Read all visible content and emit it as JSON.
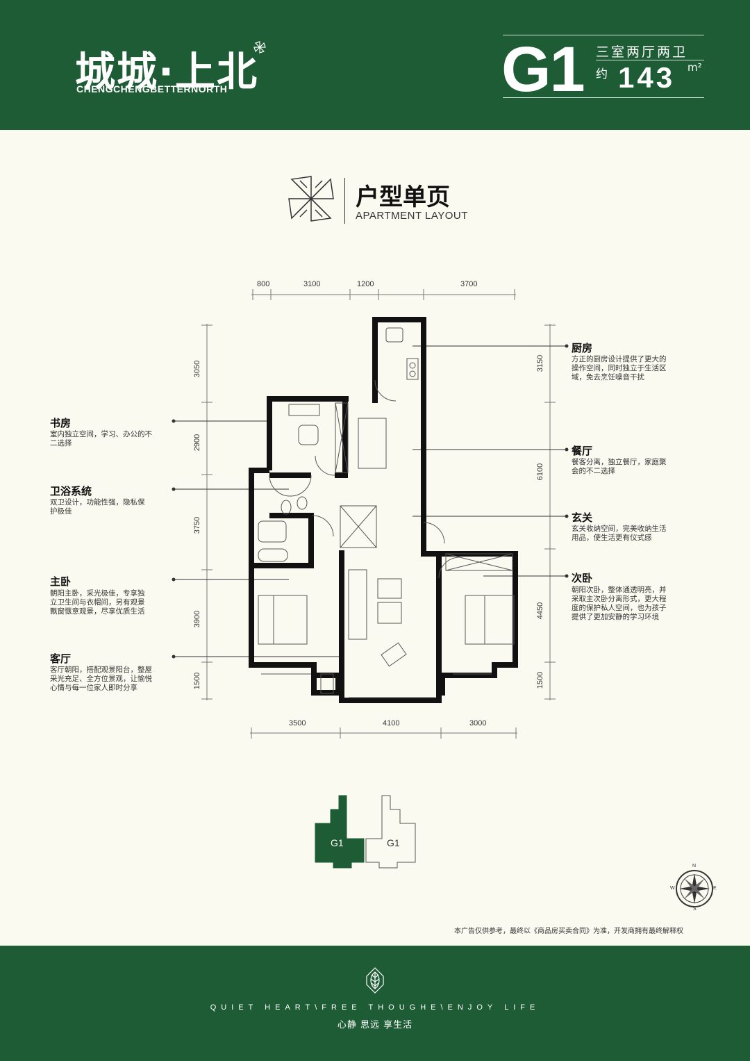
{
  "brand": {
    "name_cn": "城城·上北",
    "name_en": "CHENGCHENGBETTERNORTH"
  },
  "unit": {
    "code": "G1",
    "type": "三室两厅两卫",
    "about": "约",
    "area": "143",
    "area_unit": "m²"
  },
  "section_title": {
    "cn": "户型单页",
    "en": "APARTMENT LAYOUT"
  },
  "dimensions": {
    "top": [
      "800",
      "3100",
      "1200",
      "3700"
    ],
    "bottom": [
      "3500",
      "4100",
      "3000"
    ],
    "left": [
      "3050",
      "2900",
      "3750",
      "3900",
      "1500"
    ],
    "right": [
      "3150",
      "6100",
      "4450",
      "1500"
    ]
  },
  "rooms_left": [
    {
      "name": "书房",
      "desc": [
        "室内独立空间，学习、办公的不",
        "二选择"
      ]
    },
    {
      "name": "卫浴系统",
      "desc": [
        "双卫设计，功能性强，隐私保",
        "护极佳"
      ]
    },
    {
      "name": "主卧",
      "desc": [
        "朝阳主卧，采光极佳，专享独",
        "立卫生间与衣帽间，另有观景",
        "飘窗惬意观景，尽享优质生活"
      ]
    },
    {
      "name": "客厅",
      "desc": [
        "客厅朝阳，搭配观景阳台，整屋",
        "采光充足、全方位景观，让愉悦",
        "心情与每一位家人即时分享"
      ]
    }
  ],
  "rooms_right": [
    {
      "name": "厨房",
      "desc": [
        "方正的厨房设计提供了更大的",
        "操作空间，同时独立于生活区",
        "域，免去烹饪噪音干扰"
      ]
    },
    {
      "name": "餐厅",
      "desc": [
        "餐客分离，独立餐厅，家庭聚",
        "会的不二选择"
      ]
    },
    {
      "name": "玄关",
      "desc": [
        "玄关收纳空间，完美收纳生活",
        "用品，使生活更有仪式感"
      ]
    },
    {
      "name": "次卧",
      "desc": [
        "朝阳次卧，整体通透明亮，并",
        "采取主次卧分离形式，更大程",
        "度的保护私人空间，也为孩子",
        "提供了更加安静的学习环境"
      ]
    }
  ],
  "key_plan": {
    "left_label": "G1",
    "right_label": "G1"
  },
  "compass": {
    "n": "N",
    "s": "S",
    "e": "E",
    "w": "W"
  },
  "disclaimer": "本广告仅供参考，最终以《商品房买卖合同》为准，开发商拥有最终解释权",
  "footer": {
    "slogan_en": "QUIET HEART\\FREE THOUGHE\\ENJOY LIFE",
    "slogan_cn": "心静 思远 享生活"
  },
  "colors": {
    "brand_green": "#1e5c35",
    "background": "#fbfaf1"
  }
}
